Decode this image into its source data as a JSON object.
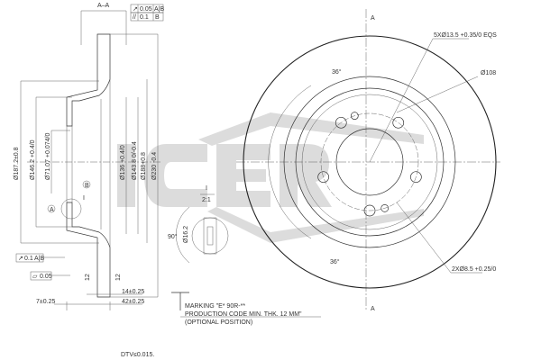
{
  "watermark": {
    "text": "ICER",
    "color": "#d9d9d9"
  },
  "section": {
    "title": "A–A",
    "tolerance_top": [
      {
        "symbol": "runout",
        "value": "0.05",
        "datum": "A|B"
      },
      {
        "symbol": "parallelism",
        "value": "0.1",
        "datum": "B"
      }
    ],
    "tolerance_left": [
      {
        "symbol": "runout",
        "value": "0.1",
        "datum": "A|B"
      },
      {
        "symbol": "flatness",
        "value": "0.05"
      }
    ],
    "datum_a": "A",
    "datum_b": "B",
    "detail_ref": "I",
    "diameters": [
      "Ø187.2±0.8",
      "Ø146.2 +0.4/0",
      "Ø71.07 +0.074/0",
      "Ø136 +0.4/0",
      "Ø143.8 0/-0.4",
      "Ø188+0.8",
      "Ø230 -0.4"
    ],
    "thickness_marks": [
      "12",
      "12"
    ],
    "dims_bottom": [
      "7±0.25",
      "14±0.25",
      "42±0.25"
    ]
  },
  "detail": {
    "ref": "I",
    "scale": "2:1",
    "angle": "90°",
    "diameter": "Ø16.2"
  },
  "front_view": {
    "section_mark": "A",
    "holes_label": "5XØ13.5 +0.35/0 EQS",
    "pcd_label": "Ø108",
    "small_holes_label": "2XØ8.5 +0.25/0",
    "angle_top": "36°",
    "angle_bottom": "36°"
  },
  "notes": {
    "marking_line1": "MARKING \"E* 90R-**",
    "marking_line2": "PRODUCTION CODE  MIN. THK. 12 MM\"",
    "marking_line3": "(OPTIONAL POSITION)",
    "dtv": "DTV≤0.015."
  }
}
